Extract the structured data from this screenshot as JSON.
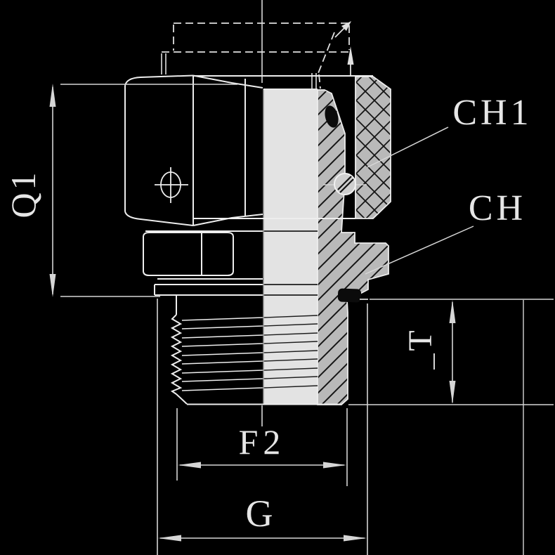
{
  "drawing": {
    "title": "hydraulic-adapter-half-section-drawing",
    "labels": {
      "q1": "Q1",
      "ch1": "CH1",
      "ch": "CH",
      "t": "T",
      "f2": "F2",
      "g": "G"
    },
    "colors": {
      "background": "#000000",
      "outline": "#ededed",
      "dimension": "#d6d6d6",
      "bore_fill": "#e3e3e3",
      "section_fill": "#b9b9b9",
      "hatch_line": "#151515",
      "seal_black": "#0b0b0b"
    }
  }
}
